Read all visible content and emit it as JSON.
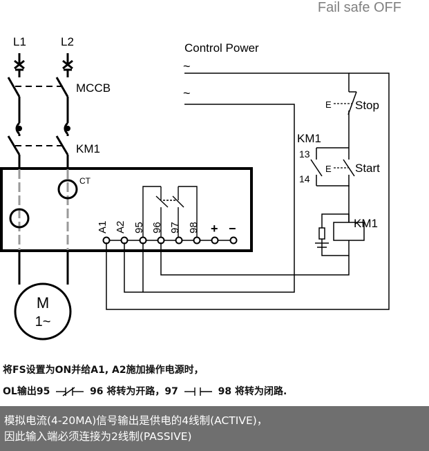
{
  "header": {
    "title": "Fail safe OFF"
  },
  "diagram": {
    "labels": {
      "l1": "L1",
      "l2": "L2",
      "mccb": "MCCB",
      "km1_main": "KM1",
      "ct": "CT",
      "control_power": "Control Power",
      "tilde_top": "~",
      "tilde_bottom": "~",
      "stop": "Stop",
      "km1_aux": "KM1",
      "n13": "13",
      "n14": "14",
      "start": "Start",
      "km1_coil": "KM1",
      "e_stop": "E",
      "e_start": "E",
      "motor_m": "M",
      "motor_phase": "1~"
    },
    "terminals": [
      "A1",
      "A2",
      "95",
      "96",
      "97",
      "98",
      "+",
      "−"
    ]
  },
  "notes": {
    "line1": "将FS设置为ON并给A1, A2施加操作电源时，",
    "line2_prefix": "OL输出95",
    "line2_mid": "96 将转为开路，97",
    "line2_suffix": "98 将转为闭路."
  },
  "banner": {
    "line1": "模拟电流(4-20MA)信号输出是供电的4线制(ACTIVE)，",
    "line2": "因此输入端必须连接为2线制(PASSIVE)"
  }
}
